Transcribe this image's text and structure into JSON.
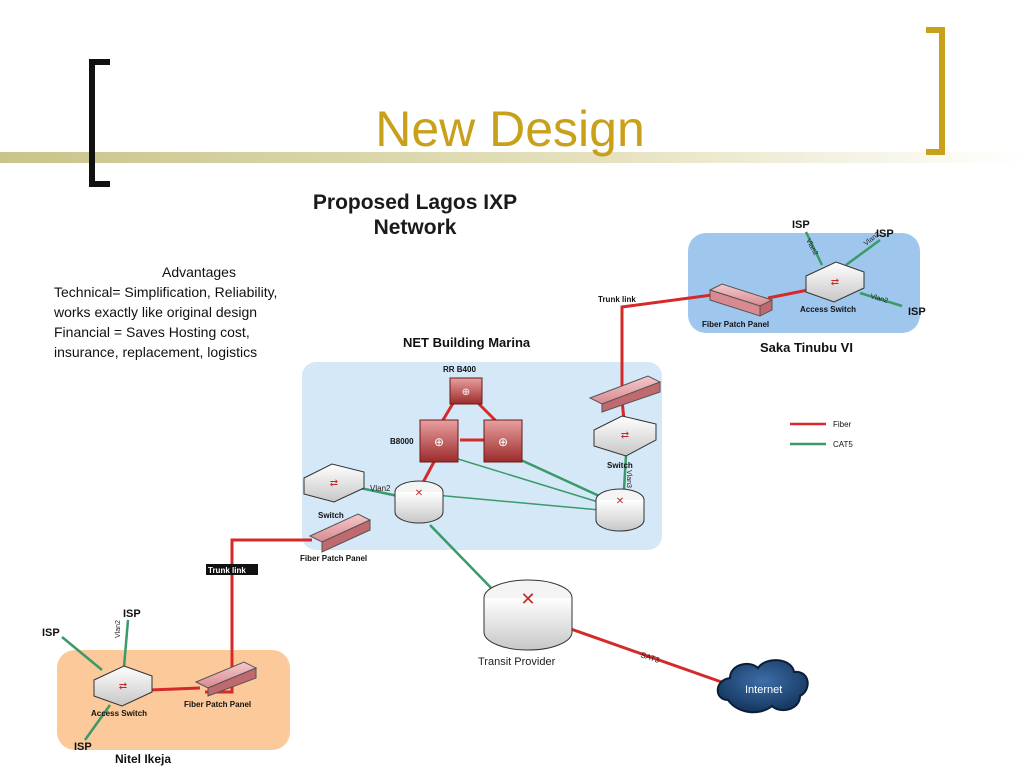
{
  "slide": {
    "title": "New Design",
    "diagram_title_line1": "Proposed Lagos IXP",
    "diagram_title_line2": "Network"
  },
  "advantages": {
    "heading": "Advantages",
    "lines": [
      "Technical= Simplification, Reliability,",
      "works exactly like original design",
      "Financial = Saves Hosting cost,",
      "insurance, replacement, logistics"
    ]
  },
  "sites": {
    "marina": "NET Building  Marina",
    "saka": "Saka Tinubu VI",
    "ikeja": "Nitel Ikeja"
  },
  "labels": {
    "rr": "RR B400",
    "b8000": "B8000",
    "switch_left": "Switch",
    "switch_right": "Switch",
    "fpp_marina": "Fiber Patch Panel",
    "fpp_saka": "Fiber Patch Panel",
    "fpp_ikeja": "Fiber Patch Panel",
    "access_switch_saka": "Access Switch",
    "access_switch_ikeja": "Access Switch",
    "trunk_top": "Trunk link",
    "trunk_bottom": "Trunk link",
    "transit": "Transit Provider",
    "internet": "Internet",
    "sat3": "SAT3",
    "vlan2": "Vlan2",
    "vlan3": "Vlan3",
    "isp": "ISP"
  },
  "legend": {
    "fiber": "Fiber",
    "cat5": "CAT5"
  },
  "colors": {
    "accent_gold": "#c9a01a",
    "fiber_red": "#d42a2a",
    "cat5_green": "#3a9a6a",
    "marina_bg": "#d5e8f7",
    "saka_bg": "#9fc7ee",
    "ikeja_bg": "#fbc99a"
  }
}
